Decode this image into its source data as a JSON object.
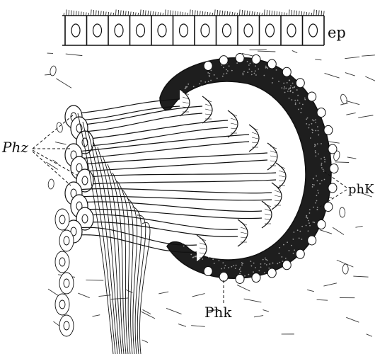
{
  "labels": {
    "epithelium": "ep",
    "receptor_cells": "Phz",
    "pigment_cup_right": "phK",
    "pigment_cup_bottom": "Phk"
  },
  "colors": {
    "ink": "#111111",
    "paper": "#ffffff",
    "pigment": "#1a1a1a"
  }
}
